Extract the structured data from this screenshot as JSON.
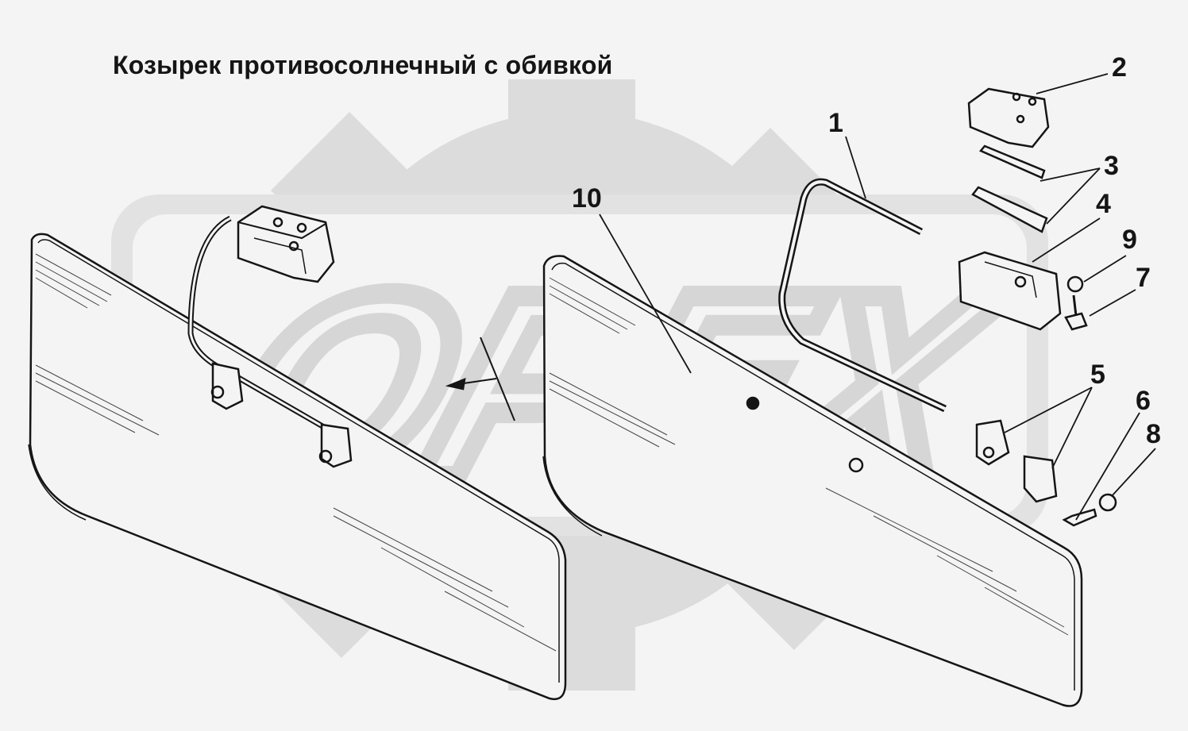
{
  "title": "Козырек противосолнечный с обивкой",
  "watermark": {
    "text": "ОРЕХ"
  },
  "callouts": [
    {
      "id": "1",
      "label": "1"
    },
    {
      "id": "2",
      "label": "2"
    },
    {
      "id": "3",
      "label": "3"
    },
    {
      "id": "4",
      "label": "4"
    },
    {
      "id": "5",
      "label": "5"
    },
    {
      "id": "6",
      "label": "6"
    },
    {
      "id": "7",
      "label": "7"
    },
    {
      "id": "8",
      "label": "8"
    },
    {
      "id": "9",
      "label": "9"
    },
    {
      "id": "10",
      "label": "10"
    }
  ],
  "colors": {
    "background": "#f4f4f4",
    "watermark": "#dcdcdc",
    "line": "#151515"
  }
}
